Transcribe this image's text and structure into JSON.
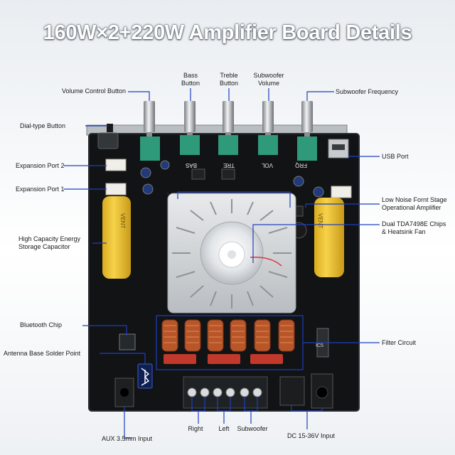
{
  "title": "160W×2+220W Amplifier Board Details",
  "labels": {
    "volume_control_button": "Volume Control Button",
    "bass_button": "Bass\nButton",
    "treble_button": "Treble\nButton",
    "subwoofer_volume": "Subwoofer\nVolume",
    "subwoofer_frequency": "Subwoofer Frequency",
    "dial_type_button": "Dial-type Button",
    "expansion_port_2": "Expansion Port 2",
    "expansion_port_1": "Expansion Port 1",
    "usb_port": "USB Port",
    "low_noise_stage": "Low Noise Fornt Stage\nOperational Amplifier",
    "dual_chips": "Dual TDA7498E Chips\n& Heatsink Fan",
    "capacitor": "High Capacity Energy\nStorage Capacitor",
    "bluetooth_chip": "Bluetooth Chip",
    "antenna": "Antenna Base Solder Point",
    "filter_circuit": "Filter Circuit",
    "aux_input": "AUX 3.5mm Input",
    "right": "Right",
    "left": "Left",
    "subwoofer": "Subwoofer",
    "dc_input": "DC 15-36V Input"
  },
  "board_markings": {
    "bas": "BAS",
    "tre": "TRE",
    "vol": "VOL",
    "frq": "FRQ",
    "cap_left": "VENT",
    "cap_right": "VENT",
    "ic": "IC5"
  },
  "colors": {
    "board": "#101214",
    "annotation_line": "#1f3fbf",
    "pot_green": "#2f9a7a",
    "capacitor_yellow": "#f2c934",
    "heatsink": "#d6d9dc",
    "inductor_copper": "#b8562a",
    "resistor_red": "#c0392b"
  },
  "icons": {
    "bluetooth": "bluetooth-icon",
    "fan": "fan-icon"
  }
}
